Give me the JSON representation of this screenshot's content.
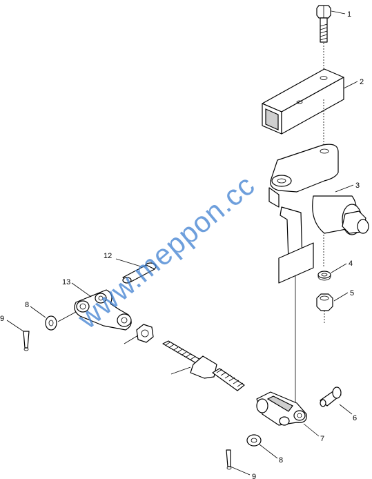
{
  "callouts": {
    "c1": "1",
    "c2": "2",
    "c3": "3",
    "c4": "4",
    "c5": "5",
    "c6": "6",
    "c7": "7",
    "c8a": "8",
    "c8b": "8",
    "c9a": "9",
    "c9b": "9",
    "c12": "12",
    "c13": "13"
  },
  "watermark": "www.meppon.cc",
  "colors": {
    "watermark": "#3d7fd0",
    "line": "#000000"
  }
}
